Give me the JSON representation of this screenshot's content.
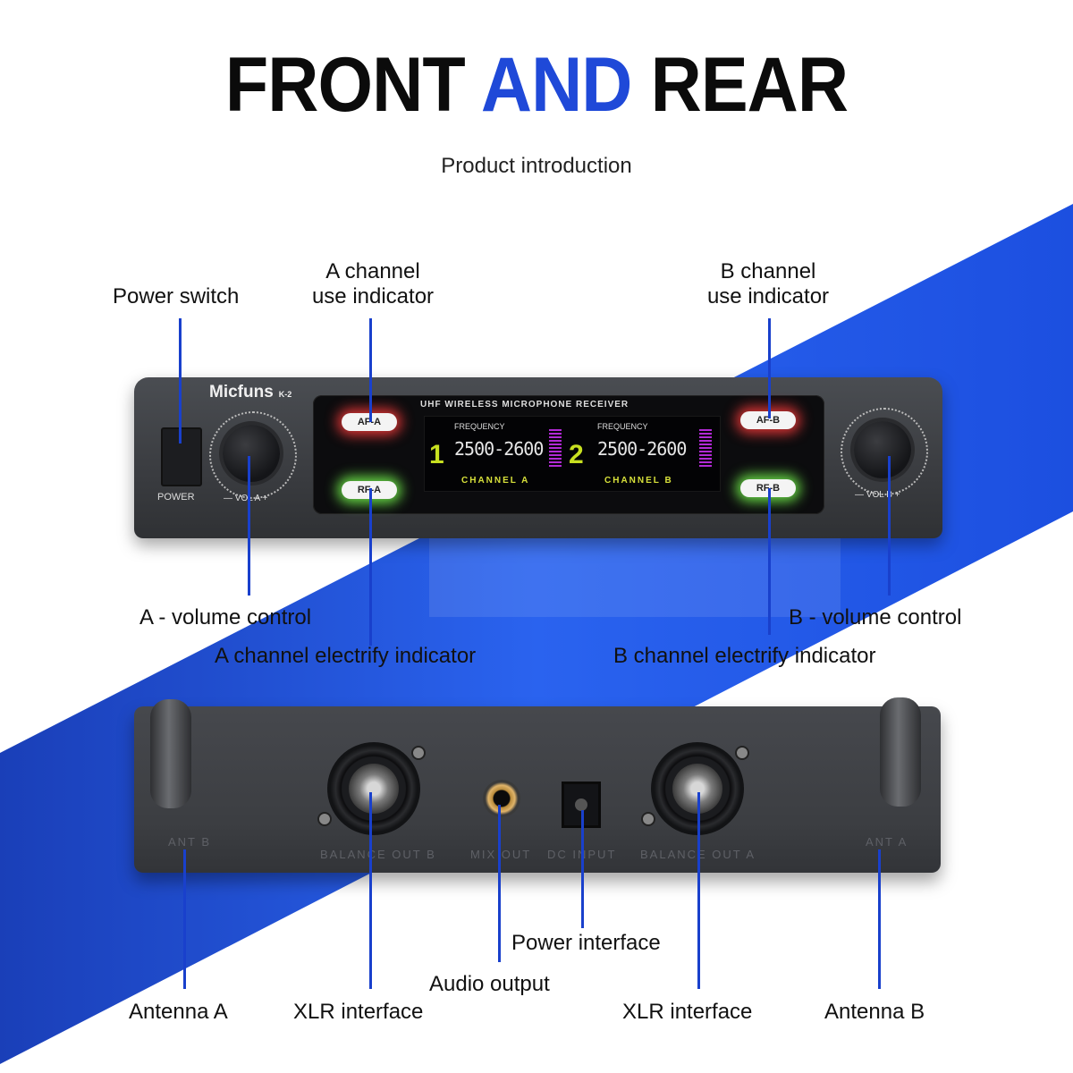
{
  "title": {
    "part1": "FRONT",
    "part2": "AND",
    "part3": "REAR"
  },
  "subtitle": "Product introduction",
  "colors": {
    "accent_blue": "#1f49d8",
    "stripe_blue": "#1c4fe0",
    "line_blue": "#1940cc"
  },
  "front_labels": {
    "power_switch": "Power switch",
    "a_channel_use": [
      "A channel",
      "use indicator"
    ],
    "b_channel_use": [
      "B channel",
      "use indicator"
    ],
    "a_volume": "A - volume control",
    "b_volume": "B - volume control",
    "a_electrify": "A channel electrify indicator",
    "b_electrify": "B channel electrify indicator"
  },
  "device_front": {
    "brand": "Micfuns",
    "model": "K-2",
    "power": "POWER",
    "vol_a": "— VOL A +",
    "vol_b": "— VOL B +",
    "header": "UHF WIRELESS MICROPHONE RECEIVER",
    "af_a": "AF-A",
    "rf_a": "RF-A",
    "af_b": "AF-B",
    "rf_b": "RF-B",
    "freq_label": "FREQUENCY",
    "freq_a": "2500-2600",
    "freq_b": "2500-2600",
    "num_a": "1",
    "num_b": "2",
    "channel_a": "CHANNEL A",
    "channel_b": "CHANNEL B"
  },
  "device_rear": {
    "ant_b": "ANT B",
    "ant_a": "ANT A",
    "balance_b": "BALANCE OUT B",
    "mix_out": "MIX OUT",
    "dc_input": "DC INPUT",
    "balance_a": "BALANCE OUT A"
  },
  "rear_labels": {
    "antenna_a": "Antenna A",
    "xlr_left": "XLR interface",
    "audio_output": "Audio output",
    "power_interface": "Power interface",
    "xlr_right": "XLR interface",
    "antenna_b": "Antenna B"
  }
}
